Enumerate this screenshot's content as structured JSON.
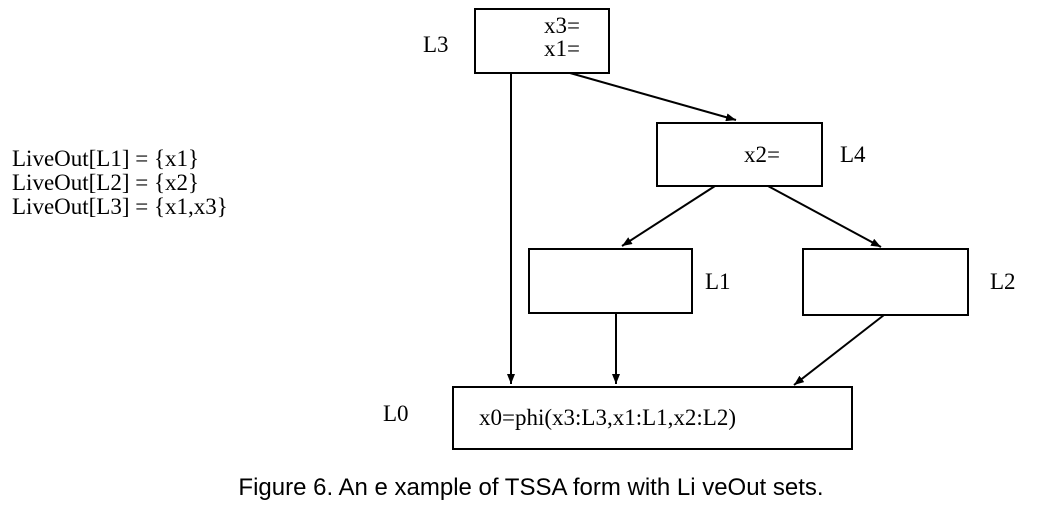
{
  "nodes": {
    "L3": {
      "label": "L3",
      "lines": [
        "x3=",
        "x1="
      ]
    },
    "L4": {
      "label": "L4",
      "lines": [
        "x2="
      ]
    },
    "L1": {
      "label": "L1",
      "lines": []
    },
    "L2": {
      "label": "L2",
      "lines": []
    },
    "L0": {
      "label": "L0",
      "lines": [
        "x0=phi(x3:L3,x1:L1,x2:L2)"
      ]
    }
  },
  "edges": [
    {
      "from": "L3",
      "to": "L4"
    },
    {
      "from": "L3",
      "to": "L0"
    },
    {
      "from": "L4",
      "to": "L1"
    },
    {
      "from": "L4",
      "to": "L2"
    },
    {
      "from": "L1",
      "to": "L0"
    },
    {
      "from": "L2",
      "to": "L0"
    }
  ],
  "liveout": [
    "LiveOut[L1] = {x1}",
    "LiveOut[L2] = {x2}",
    "LiveOut[L3] = {x1,x3}"
  ],
  "caption": "Figure 6. An e xample of TSSA form with Li veOut sets."
}
